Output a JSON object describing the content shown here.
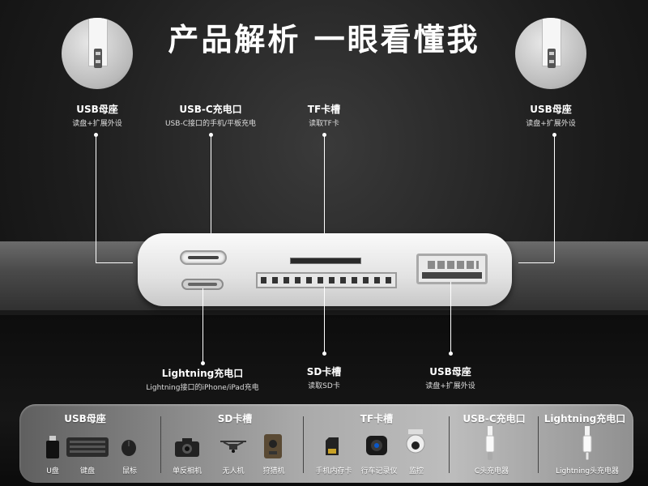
{
  "title": "产品解析  一眼看懂我",
  "callouts": {
    "usb_left": {
      "heading": "USB母座",
      "sub": "读盘+扩展外设"
    },
    "usbc_top": {
      "heading": "USB-C充电口",
      "sub": "USB-C接口的手机/平板充电"
    },
    "tf_top": {
      "heading": "TF卡槽",
      "sub": "读取TF卡"
    },
    "usb_right": {
      "heading": "USB母座",
      "sub": "读盘+扩展外设"
    },
    "lightning_bottom": {
      "heading": "Lightning充电口",
      "sub": "Lightning接口的iPhone/iPad充电"
    },
    "sd_bottom": {
      "heading": "SD卡槽",
      "sub": "读取SD卡"
    },
    "usb_bottom": {
      "heading": "USB母座",
      "sub": "读盘+扩展外设"
    }
  },
  "panel": {
    "groups": [
      {
        "title": "USB母座",
        "items": [
          "U盘",
          "键盘",
          "鼠标"
        ]
      },
      {
        "title": "SD卡槽",
        "items": [
          "单反相机",
          "无人机",
          "狩猎机"
        ]
      },
      {
        "title": "TF卡槽",
        "items": [
          "手机内存卡",
          "行车记录仪",
          "监控"
        ]
      },
      {
        "title": "USB-C充电口",
        "items": [
          "C头充电器"
        ]
      },
      {
        "title": "Lightning充电口",
        "items": [
          "Lightning头充电器"
        ]
      }
    ]
  },
  "icons": [
    "usb-drive-icon",
    "keyboard-icon",
    "mouse-icon",
    "camera-icon",
    "drone-icon",
    "trail-camera-icon",
    "memory-card-icon",
    "dashcam-icon",
    "security-camera-icon",
    "usbc-charger-icon",
    "lightning-charger-icon"
  ],
  "colors": {
    "accent": "#ffffff",
    "background": "#1d1d1d",
    "panel": "#a9a9a9"
  }
}
